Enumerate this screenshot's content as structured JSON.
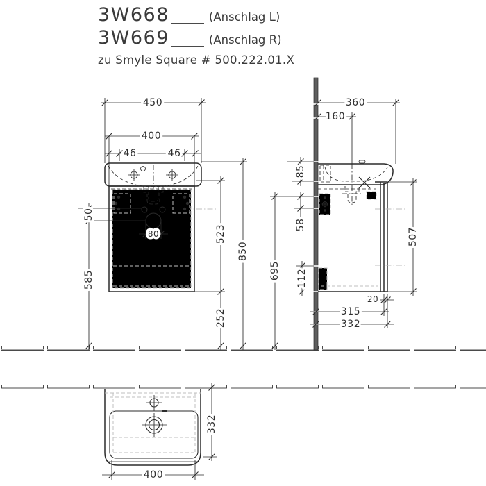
{
  "header": {
    "model_left": "3W668",
    "model_left_note": "(Anschlag L)",
    "model_right": "3W669",
    "model_right_note": "(Anschlag R)",
    "subtitle": "zu Smyle Square # 500.222.01.X"
  },
  "front_view": {
    "basin_width": "450",
    "cabinet_width": "400",
    "tap_offset_left": "46",
    "tap_offset_right": "46",
    "hole_spacing": "50",
    "drain_hole": "80",
    "cabinet_height": "523",
    "drain_height": "585",
    "clearance_height": "252",
    "total_height": "850"
  },
  "side_view": {
    "basin_depth": "360",
    "tap_depth": "160",
    "front_edge": "85",
    "bracket": "58",
    "underside_height": "695",
    "bottom_detail": "112",
    "door_height": "507",
    "door_thickness": "20",
    "carcass_depth": "315",
    "total_depth": "332"
  },
  "bottom_view": {
    "depth": "332",
    "width": "400"
  },
  "colors": {
    "line": "#2b2b2b",
    "light": "#bfbfbf",
    "wall": "#5e5e5e"
  }
}
